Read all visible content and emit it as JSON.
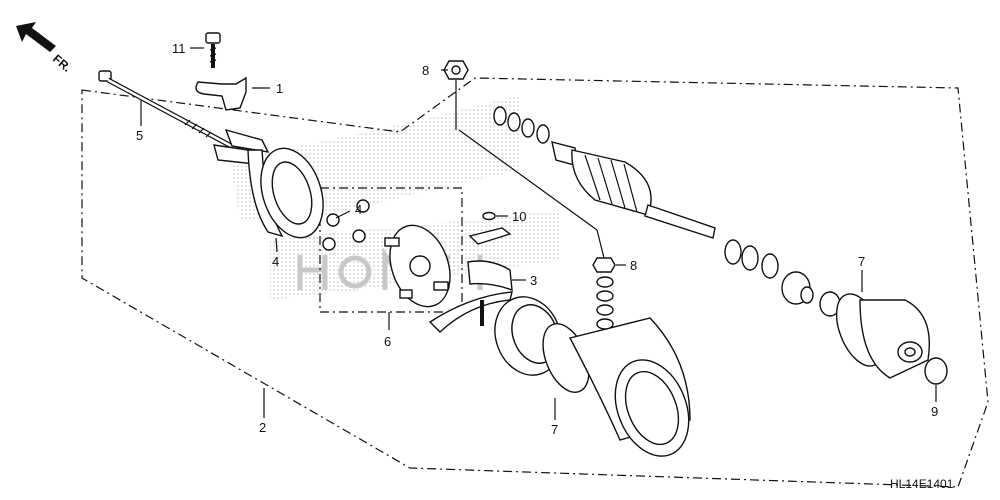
{
  "orientation": {
    "label": "FR.",
    "icon": "arrow-up-left-icon"
  },
  "diagram_code": "HL14E1401",
  "callouts": {
    "c1": "1",
    "c2": "2",
    "c3": "3",
    "c4a": "4",
    "c4b": "4",
    "c5": "5",
    "c6": "6",
    "c7a": "7",
    "c7b": "7",
    "c8a": "8",
    "c8b": "8",
    "c9": "9",
    "c10": "10",
    "c11": "11"
  },
  "colors": {
    "line": "#111111",
    "watermark": "#c8c8c8"
  }
}
